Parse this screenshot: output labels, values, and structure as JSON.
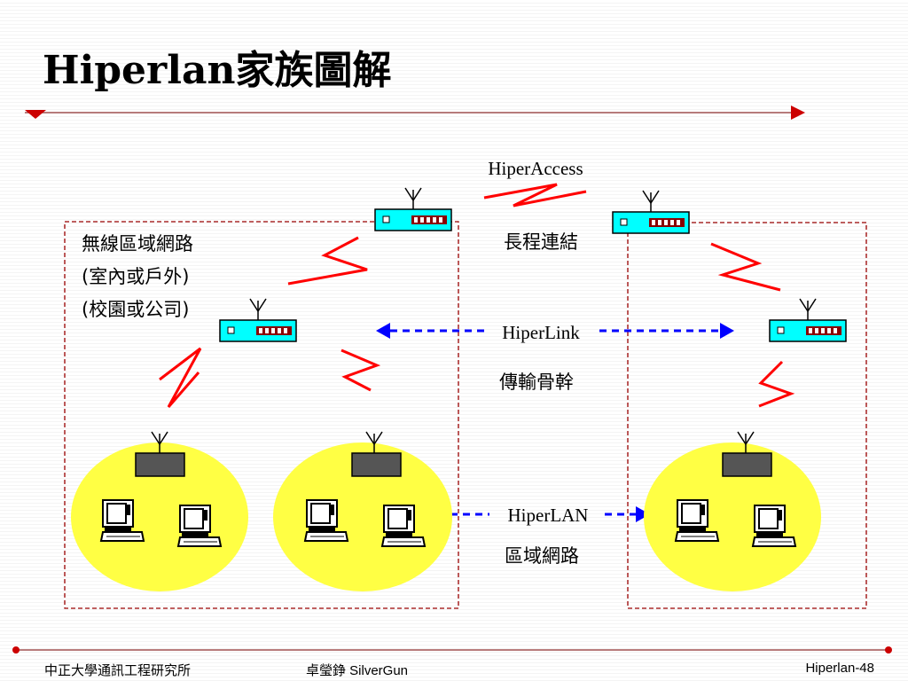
{
  "title": "Hiperlan家族圖解",
  "diagram": {
    "hiperaccess_label": "HiperAccess",
    "long_link_label": "長程連結",
    "hiperlink_label": "HiperLink",
    "backbone_label": "傳輸骨幹",
    "hiperlan_label": "HiperLAN",
    "local_net_label": "區域網路",
    "zone_lines": [
      "無線區域網路",
      "(室內或戶外)",
      "(校園或公司)"
    ]
  },
  "colors": {
    "accent_red": "#cc0000",
    "signal_red": "#ff0000",
    "link_blue": "#0000ff",
    "router_cyan": "#00ffff",
    "cell_yellow": "#ffff44",
    "zone_border": "#990000"
  },
  "footer": {
    "left": "中正大學通訊工程研究所",
    "center": "卓瑩錚 SilverGun",
    "right": "Hiperlan-48"
  }
}
